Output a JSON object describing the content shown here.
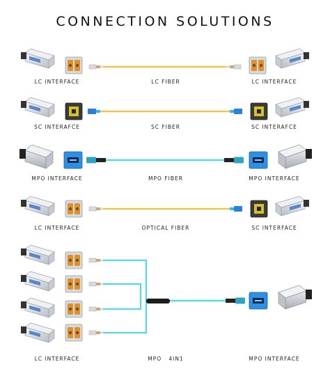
{
  "title": "CONNECTION SOLUTIONS",
  "rows": [
    {
      "left": "LC INTERFACE",
      "mid": "LC FIBER",
      "right": "LC INTERFACE"
    },
    {
      "left": "SC INTERAFCE",
      "mid": "SC FIBER",
      "right": "SC INTERAFCE"
    },
    {
      "left": "MPO INTERFACE",
      "mid": "MPO FIBER",
      "right": "MPO INTERFACE"
    },
    {
      "left": "LC INTERFACE",
      "mid": "OPTICAL FIBER",
      "right": "SC INTERFACE"
    },
    {
      "left": "LC INTERFACE",
      "mid": "MPO   4IN1",
      "right": "MPO INTERFACE"
    }
  ],
  "colors": {
    "yellow_fiber": "#f5c242",
    "aqua_fiber": "#55d8e8",
    "blue_connector": "#2f8fe0",
    "module_silver": "#d9dde3"
  }
}
